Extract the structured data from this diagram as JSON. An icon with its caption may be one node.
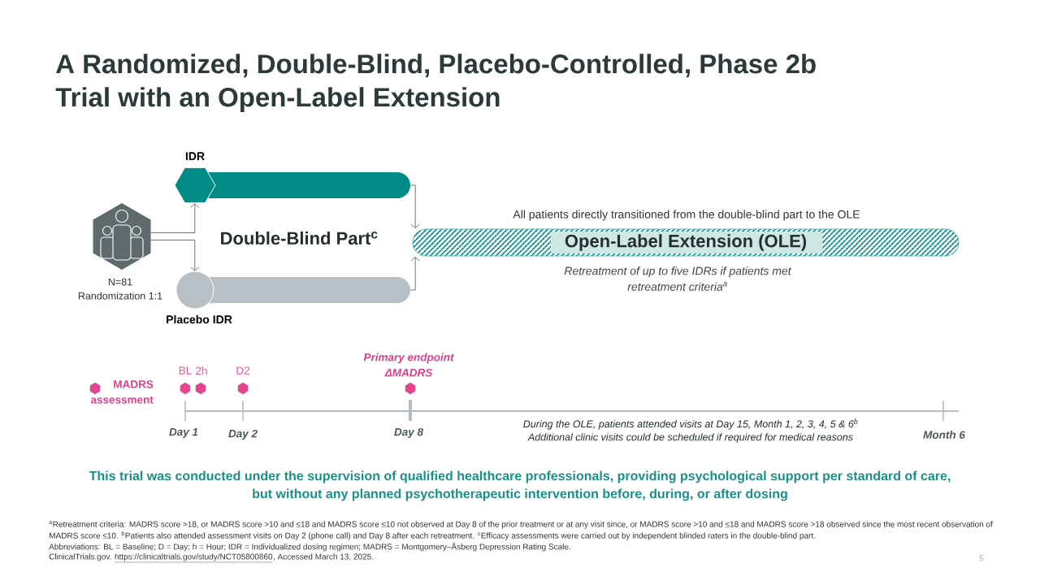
{
  "diagram": {
    "title": "A Randomized, Double-Blind, Placebo-Controlled, Phase 2b Trial with an Open-Label Extension",
    "nodes": [
      {
        "text": [],
        "shape": "picture",
        "beside": [
          "N=81",
          "Randomization 1:1"
        ]
      },
      {
        "text": [
          "IDR"
        ]
      },
      {
        "text": [
          "Placebo IDR"
        ]
      },
      {
        "text": [
          "Open-Label Extension (OLE)"
        ],
        "beside": [
          "All patients directly transitioned from the double-blind part to the OLE",
          "Retreatment of up to five IDRs if patients met retreatment criteria$^{a}$"
        ]
      }
    ],
    "edges": [
      {
        "from": 0,
        "to": 1,
        "arrow": "to"
      },
      {
        "from": 0,
        "to": 2,
        "arrow": "to"
      },
      {
        "from": 1,
        "to": 3,
        "arrow": "to"
      },
      {
        "from": 2,
        "to": 3,
        "arrow": "to"
      }
    ],
    "labels": [
      "Double-Blind Part$^{c}$",
      "Primary endpoint ΔMADRS",
      "BL",
      "2h",
      "D2",
      "Day 1",
      "Day 2",
      "Day 8",
      "During the OLE, patients attended visits at Day 15, Month 1, 2, 3, 4, 5 & 6$^{b}$",
      "Additional clinic visits could be scheduled if required for medical reasons",
      "Month 6",
      "This trial was conducted under the supervision of qualified healthcare professionals, providing psychological support per standard of care, but without any planned psychotherapeutic intervention before, during, or after dosing",
      "$^{a}$Retreatment criteria: MADRS score >18, or MADRS score >10 and ≤18 and MADRS score ≤10 not observed at Day 8 of the prior treatment or at any visit since, or MADRS score >10 and ≤18 and MADRS score >18 observed since the most recent observation of MADRS score ≤10. $^{b}$Patients also attended assessment visits on Day 2 (phone call) and Day 8 after each retreatment. $^{c}$Efficacy assessments were carried out by independent blinded raters in the double-blind part.",
      "Abbreviations: BL = Baseline; D = Day; h = Hour; IDR = Individualized dosing regimen; MADRS = Montgomery–Åsberg Depression Rating Scale.",
      "ClinicalTrials.gov.",
      "https://clinicaltrials.gov/study/NCT05800860",
      ", Accessed March 13, 2025.",
      "5"
    ],
    "legend": [
      {
        "text": "MADRS assessment",
        "color": "#e4458f"
      }
    ]
  }
}
